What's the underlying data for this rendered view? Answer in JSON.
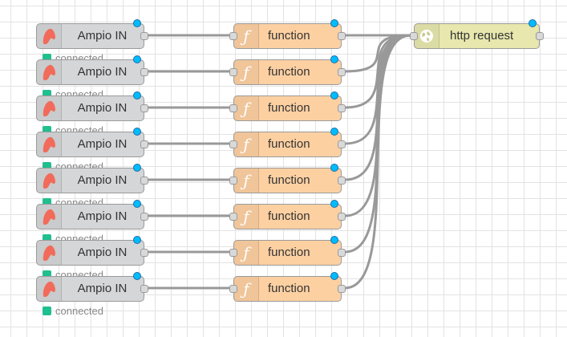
{
  "flow": {
    "source_nodes": [
      {
        "label": "Ampio IN",
        "status": "connected"
      },
      {
        "label": "Ampio IN",
        "status": "connected"
      },
      {
        "label": "Ampio IN",
        "status": "connected"
      },
      {
        "label": "Ampio IN",
        "status": "connected"
      },
      {
        "label": "Ampio IN",
        "status": "connected"
      },
      {
        "label": "Ampio IN",
        "status": "connected"
      },
      {
        "label": "Ampio IN",
        "status": "connected"
      },
      {
        "label": "Ampio IN",
        "status": "connected"
      }
    ],
    "function_nodes": [
      {
        "label": "function"
      },
      {
        "label": "function"
      },
      {
        "label": "function"
      },
      {
        "label": "function"
      },
      {
        "label": "function"
      },
      {
        "label": "function"
      },
      {
        "label": "function"
      },
      {
        "label": "function"
      }
    ],
    "http_node": {
      "label": "http request"
    },
    "colors": {
      "ampio_node": "#d4d6d8",
      "function_node": "#fdd0a2",
      "http_node": "#e7e7ae",
      "status_connected": "#1fbf8f",
      "changed_marker": "#00bcff",
      "wire": "#999999"
    },
    "icons": {
      "ampio": "ampio-logo-icon",
      "function": "function-icon",
      "http": "globe-icon"
    }
  }
}
